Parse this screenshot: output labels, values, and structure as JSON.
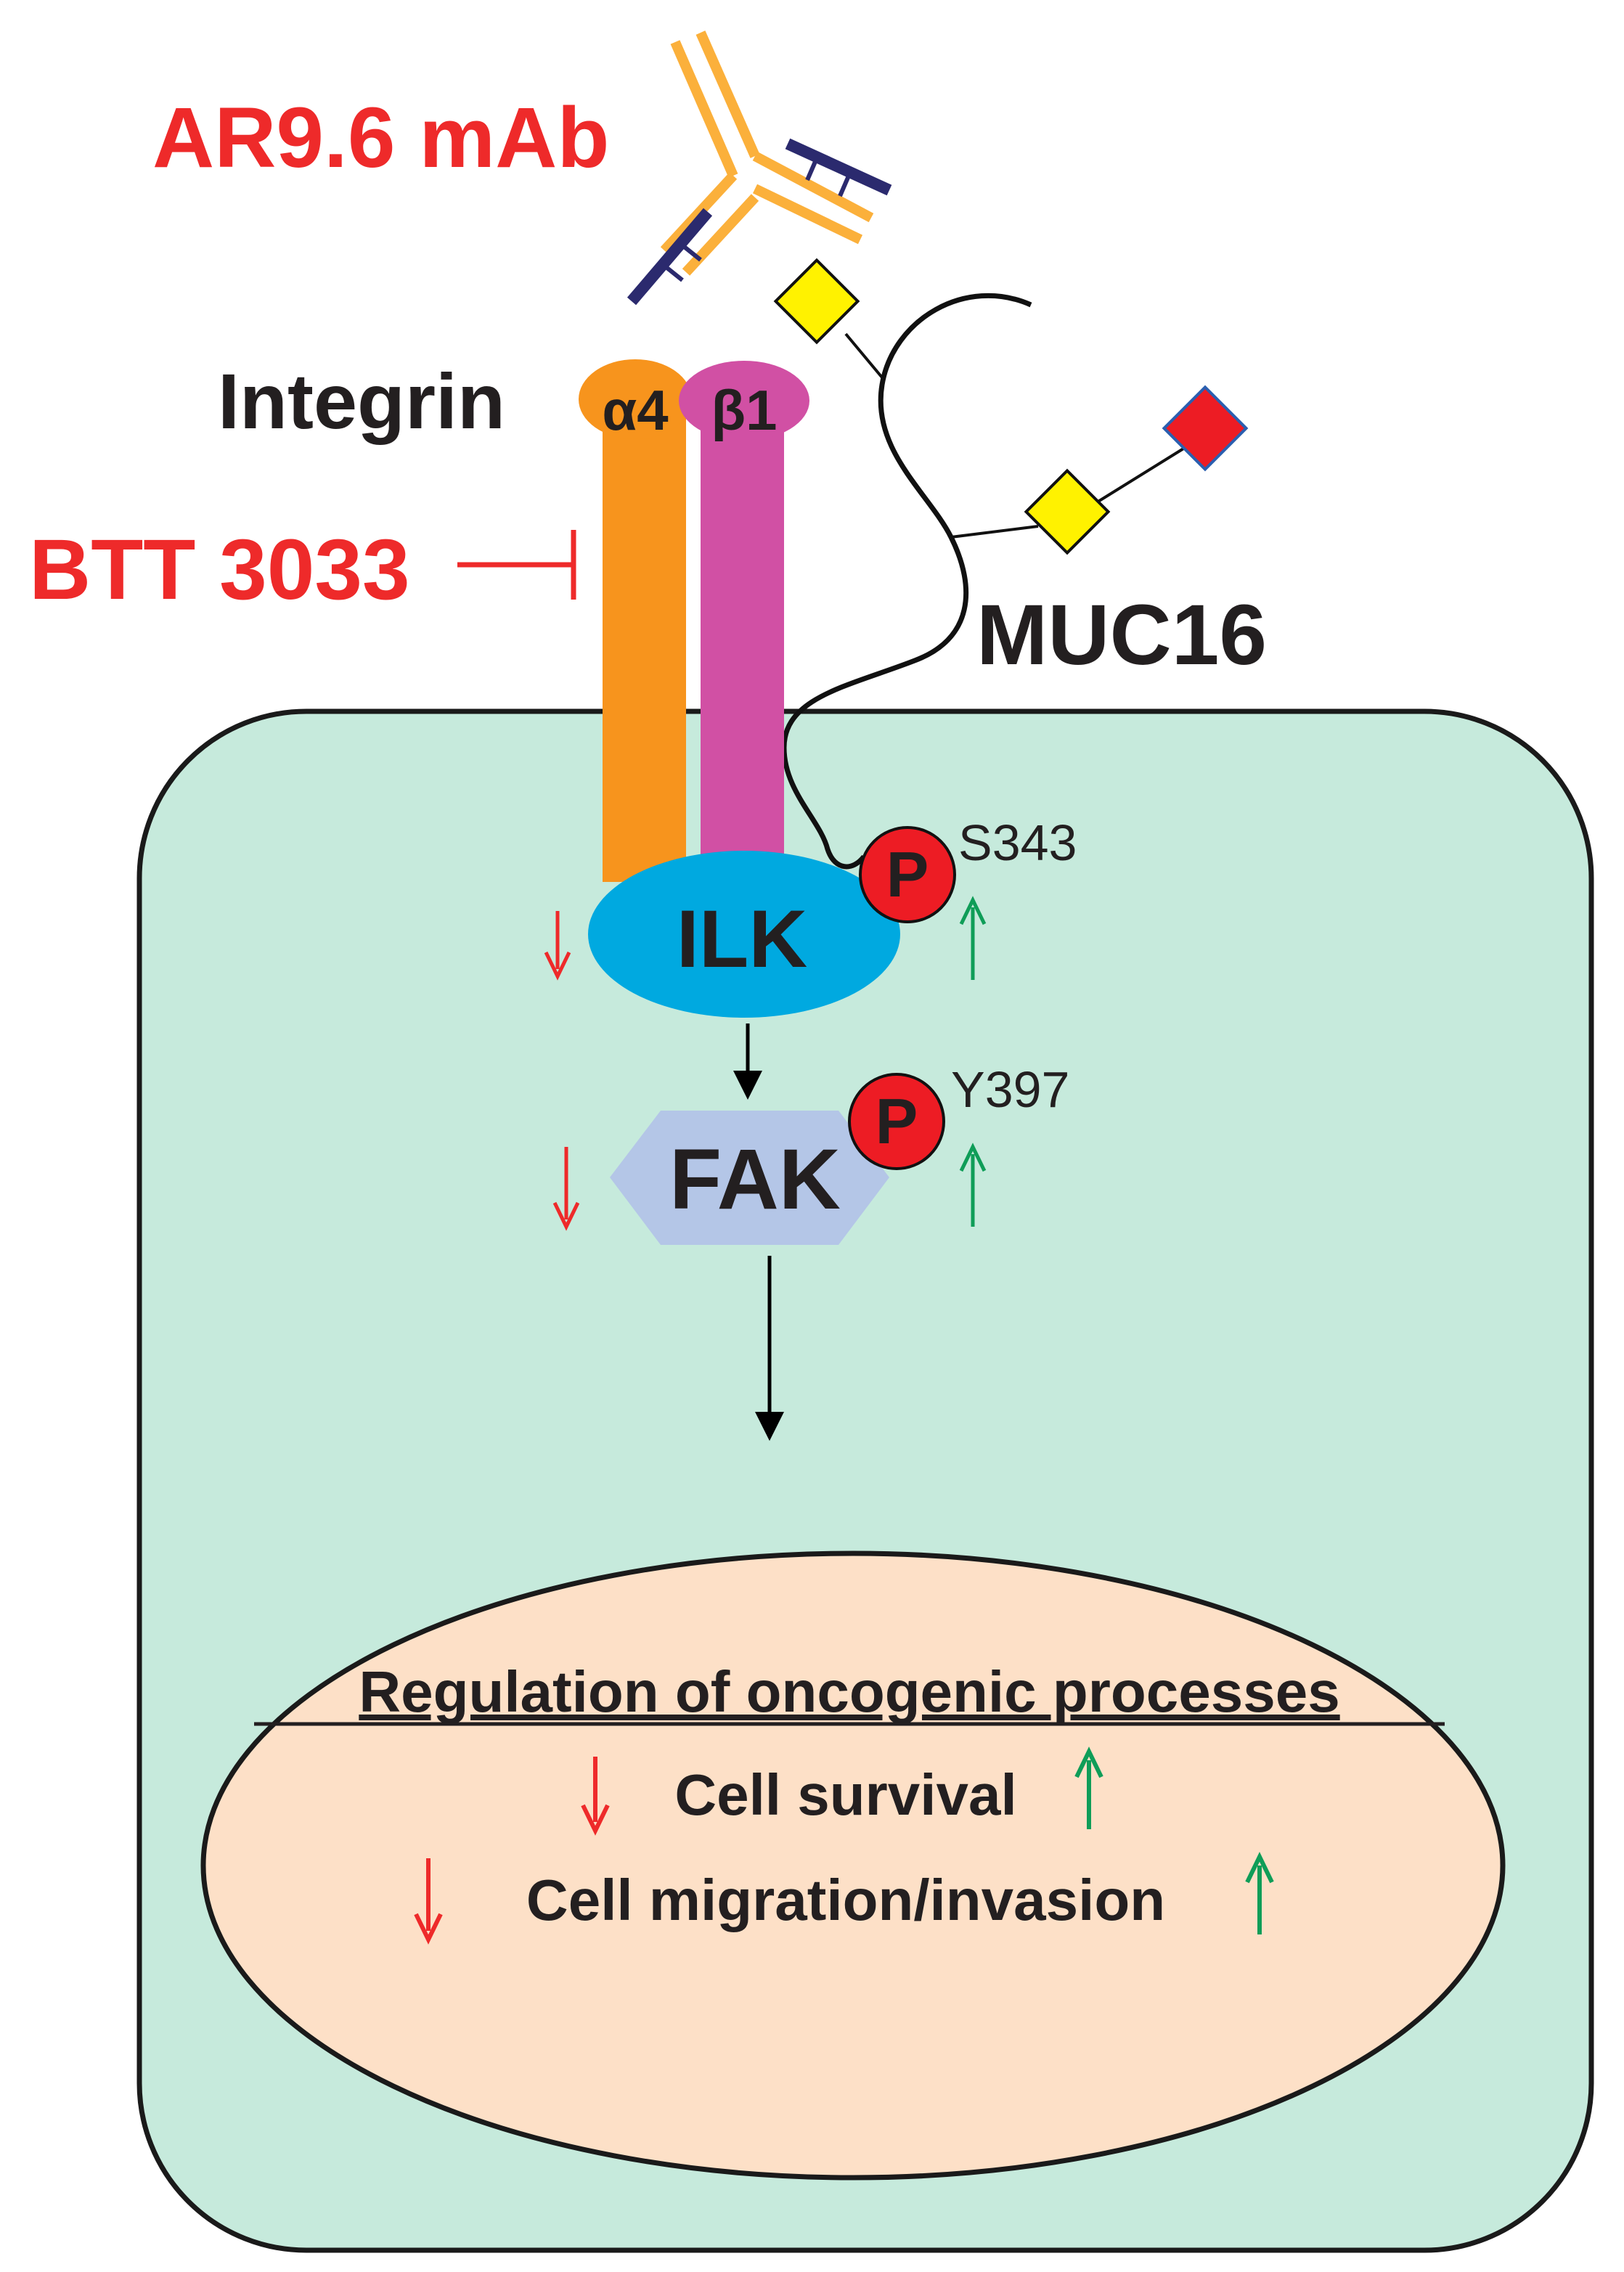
{
  "labels": {
    "antibody": "AR9.6 mAb",
    "integrin": "Integrin",
    "alpha": "α4",
    "beta": "β1",
    "inhibitor": "BTT 3033",
    "mucin": "MUC16",
    "ilk": "ILK",
    "fak": "FAK",
    "phospho": "P",
    "ilk_site": "S343",
    "fak_site": "Y397",
    "nucleus_title": "Regulation of oncogenic processes",
    "process_1": "Cell survival",
    "process_2": "Cell migration/invasion"
  },
  "colors": {
    "drug_red": "#ee2a2a",
    "down_arrow": "#ee2a2a",
    "up_arrow": "#0f9d58",
    "cell": "#c6eadc",
    "nucleus": "#fde0c7",
    "alpha_chain": "#f7941d",
    "beta_chain": "#d150a4",
    "ilk": "#00a9e0",
    "fak": "#b4c6e7",
    "antibody_heavy": "#fbb03b",
    "antibody_light": "#2b2a6e",
    "glycan_yellow": "#fff200",
    "glycan_red": "#ed1c24",
    "phospho": "#ed1c24"
  }
}
